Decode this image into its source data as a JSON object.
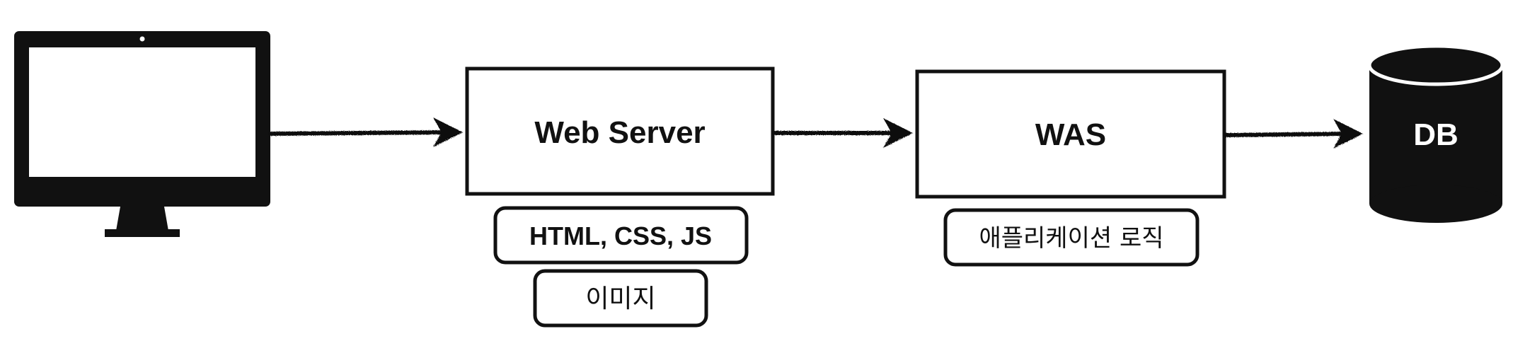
{
  "nodes": {
    "web_server": {
      "label": "Web Server"
    },
    "was": {
      "label": "WAS"
    },
    "db": {
      "label": "DB"
    }
  },
  "tags": {
    "web_server_static": "HTML, CSS, JS",
    "web_server_image": "이미지",
    "was_logic": "애플리케이션 로직"
  },
  "icons": {
    "client": "monitor-icon",
    "database": "database-cylinder-icon"
  },
  "colors": {
    "stroke": "#111111",
    "background": "#ffffff",
    "db_text": "#ffffff"
  }
}
